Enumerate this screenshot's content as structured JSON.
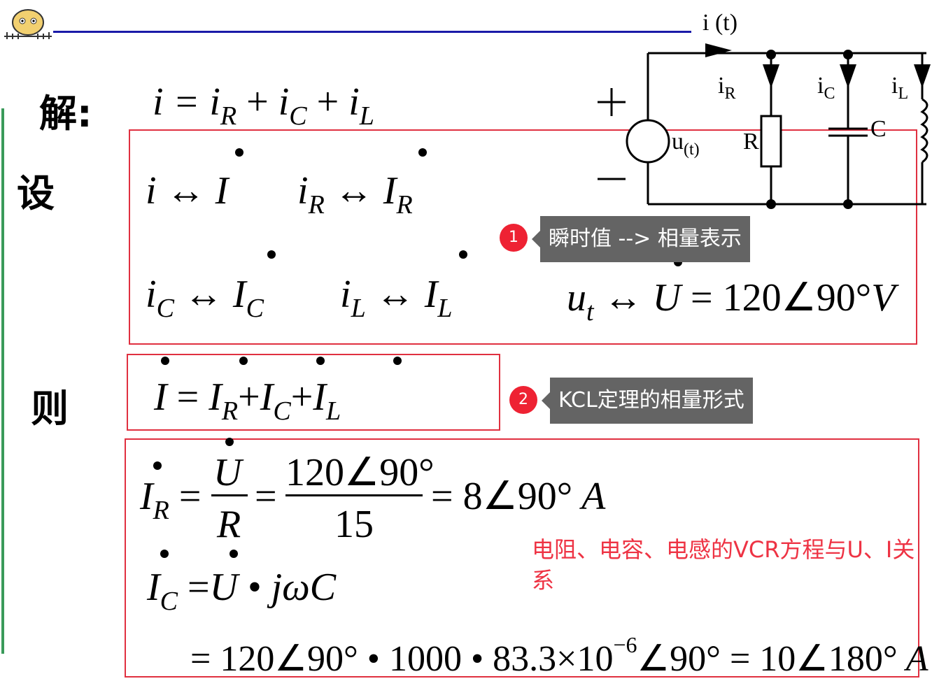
{
  "labels": {
    "solve": "解:",
    "let": "设",
    "then": "则"
  },
  "equations": {
    "sum_i": "i = i",
    "phasor_i_left": "i ↔ ",
    "phasor_i_right": "I",
    "ut_rhs": "= 120∠90°",
    "ir_num_left": "120∠90°",
    "ir_den_right": "15",
    "ir_result": "= 8∠90°",
    "final_line": "= 120∠90° • 1000 • 83.3×10",
    "final_exp": "−6",
    "final_tail": "∠90° = 10∠180°"
  },
  "circuit": {
    "current_label": "i (t)",
    "source_label": "u",
    "source_sub": "(t)",
    "iR": "i",
    "iC": "i",
    "iL": "i",
    "R": "R",
    "C": "C",
    "L": "L",
    "plus": "+",
    "minus": "−"
  },
  "callouts": {
    "c1_badge": "1",
    "c1_text": "瞬时值 --> 相量表示",
    "c2_badge": "2",
    "c2_text": "KCL定理的相量形式"
  },
  "notes": {
    "vcr": "电阻、电容、电感的VCR方程与U、I关系"
  },
  "colors": {
    "header_line": "#1a1aa8",
    "left_bar": "#3a9a5a",
    "box_red": "#e03040",
    "callout_bg": "#646464",
    "note_red": "#ee3344"
  }
}
